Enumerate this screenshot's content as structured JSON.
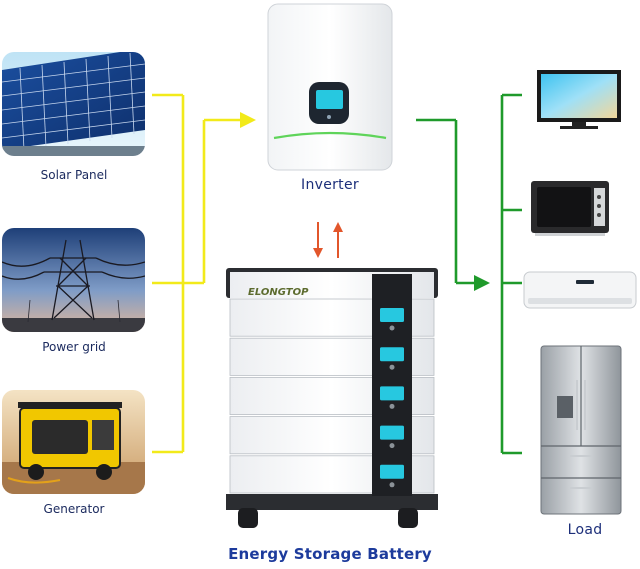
{
  "sources": [
    {
      "label": "Solar Panel"
    },
    {
      "label": "Power grid"
    },
    {
      "label": "Generator"
    }
  ],
  "inverter": {
    "label": "Inverter"
  },
  "battery": {
    "label": "Energy Storage Battery",
    "brand": "ELONGTOP",
    "modules": 5
  },
  "load": {
    "label": "Load",
    "devices": [
      "tv",
      "microwave",
      "air-conditioner",
      "refrigerator"
    ]
  },
  "colors": {
    "source_lines": "#f2ea1a",
    "load_lines": "#1f9a2b",
    "arrow_down": "#e2562b",
    "arrow_up": "#e2562b",
    "label_text": "#1b2a5e",
    "title_text": "#1d3b9c",
    "screen": "#27c8e0"
  }
}
